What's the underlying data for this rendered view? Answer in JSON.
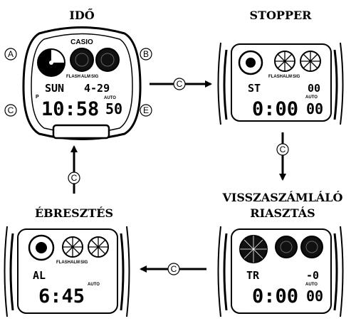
{
  "modes": {
    "time": {
      "title": "IDŐ",
      "brand": "CASIO",
      "labels": [
        "FLASH",
        "ALM",
        "SIG"
      ],
      "p_marker": "P",
      "row1_left": "SUN",
      "row1_right": "4-29",
      "auto": "AUTO",
      "main": "10:58",
      "seconds": "50",
      "buttons": [
        "A",
        "B",
        "C",
        "E"
      ]
    },
    "stopwatch": {
      "title": "STOPPER",
      "labels": [
        "FLASH",
        "ALM",
        "SIG"
      ],
      "row1_left": "ST",
      "row1_right": "00",
      "auto": "AUTO",
      "main": "0:00",
      "seconds": "00"
    },
    "countdown": {
      "title_line1": "VISSZASZÁMLÁLÓ",
      "title_line2": "RIASZTÁS",
      "row1_left": "TR",
      "row1_right": "-0",
      "auto": "AUTO",
      "main": "0:00",
      "seconds": "00"
    },
    "alarm": {
      "title": "ÉBRESZTÉS",
      "labels": [
        "FLASH",
        "ALM",
        "SIG"
      ],
      "row1_left": "AL",
      "auto": "AUTO",
      "main": "6:45"
    }
  },
  "arrows": {
    "button_label": "C"
  }
}
